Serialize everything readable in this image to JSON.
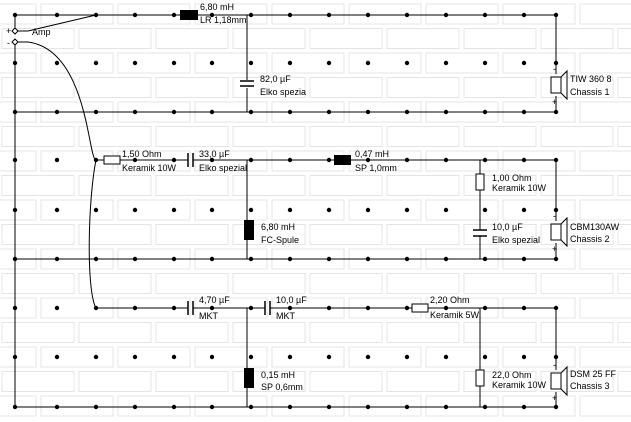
{
  "input": {
    "plus": "+",
    "minus": "-",
    "label": "Amp"
  },
  "section1": {
    "lr": {
      "value": "6,80 mH",
      "desc": "LR 1,18mm"
    },
    "cap": {
      "value": "82,0 µF",
      "desc": "Elko spezia"
    },
    "speaker": {
      "name": "TIW 360 8",
      "chassis": "Chassis 1",
      "minus": "-",
      "plus": "+"
    }
  },
  "section2": {
    "r1": {
      "value": "1,50 Ohm",
      "desc": "Keramik 10W"
    },
    "c1": {
      "value": "33,0 µF",
      "desc": "Elko spezial"
    },
    "l1": {
      "value": "0,47 mH",
      "desc": "SP 1,0mm"
    },
    "r2": {
      "value": "1,00 Ohm",
      "desc": "Keramik 10W"
    },
    "l2": {
      "value": "6,80 mH",
      "desc": "FC-Spule"
    },
    "c2": {
      "value": "10,0 µF",
      "desc": "Elko spezial"
    },
    "speaker": {
      "name": "CBM130AW",
      "chassis": "Chassis 2",
      "minus": "-",
      "plus": "+"
    }
  },
  "section3": {
    "c1": {
      "value": "4,70 µF",
      "desc": "MKT"
    },
    "c2": {
      "value": "10,0 µF",
      "desc": "MKT"
    },
    "r1": {
      "value": "2,20 Ohm",
      "desc": "Keramik 5W"
    },
    "l1": {
      "value": "0,15 mH",
      "desc": "SP 0,6mm"
    },
    "r2": {
      "value": "22,0 Ohm",
      "desc": "Keramik 10W"
    },
    "speaker": {
      "name": "DSM 25 FF",
      "chassis": "Chassis 3",
      "minus": "-",
      "plus": "+"
    }
  }
}
